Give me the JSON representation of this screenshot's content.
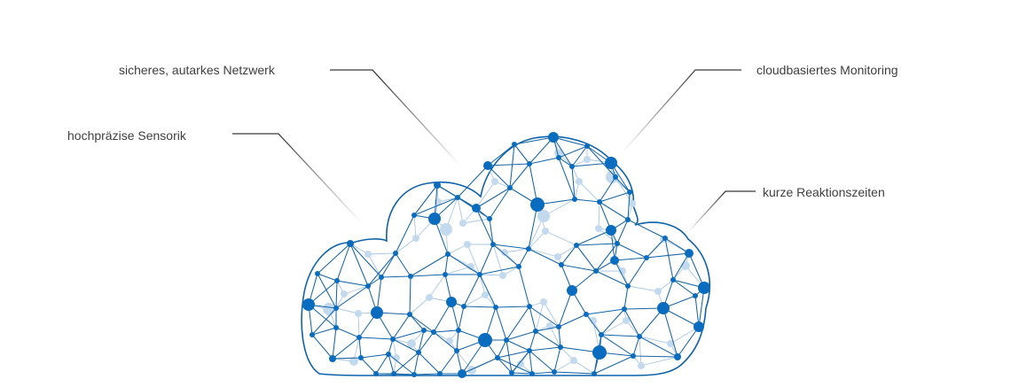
{
  "callouts": [
    {
      "text": "sicheres, autarkes Netzwerk"
    },
    {
      "text": "cloudbasiertes Monitoring"
    },
    {
      "text": "hochpräzise Sensorik"
    },
    {
      "text": "kurze Reaktionszeiten"
    }
  ],
  "colors": {
    "node": "#0a6cbf",
    "edge": "#1565a8",
    "outline": "#0e62aa",
    "faint_node": "#c3d9ee",
    "faint_edge": "#a9c8e6",
    "leader_line": "#4a4a4a",
    "text": "#3f3f3f"
  }
}
